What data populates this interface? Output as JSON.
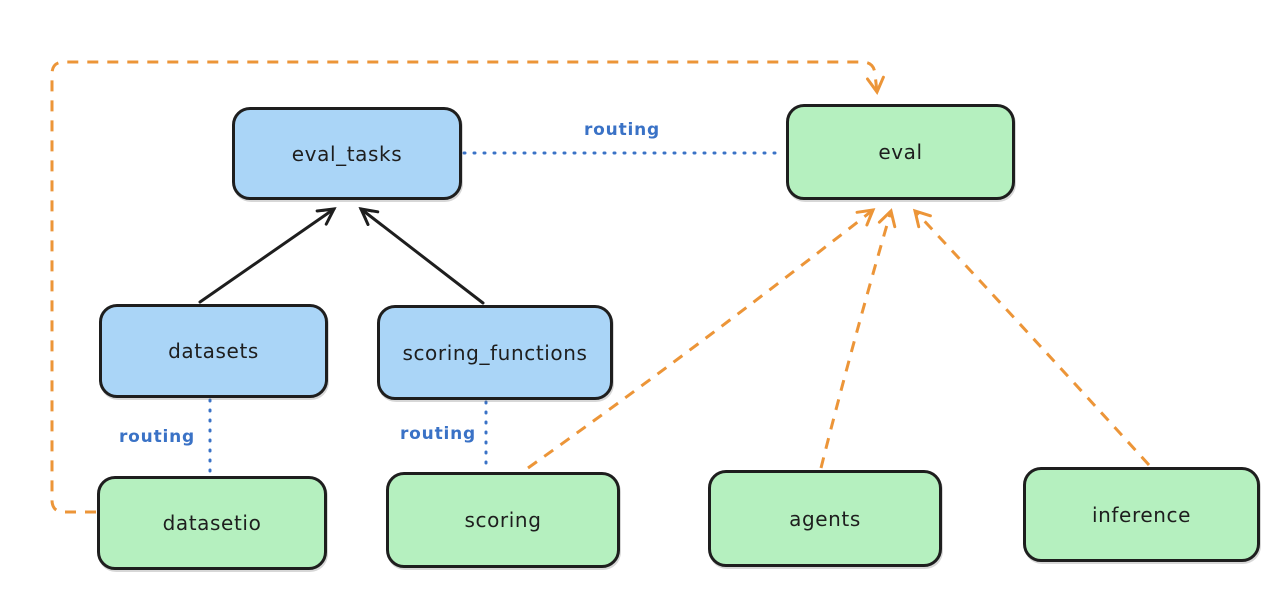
{
  "diagram": {
    "nodes": [
      {
        "id": "eval_tasks",
        "label": "eval_tasks",
        "fill": "blue"
      },
      {
        "id": "eval",
        "label": "eval",
        "fill": "green"
      },
      {
        "id": "datasets",
        "label": "datasets",
        "fill": "blue"
      },
      {
        "id": "scoring_functions",
        "label": "scoring_functions",
        "fill": "blue"
      },
      {
        "id": "datasetio",
        "label": "datasetio",
        "fill": "green"
      },
      {
        "id": "scoring",
        "label": "scoring",
        "fill": "green"
      },
      {
        "id": "agents",
        "label": "agents",
        "fill": "green"
      },
      {
        "id": "inference",
        "label": "inference",
        "fill": "green"
      }
    ],
    "edge_labels": {
      "eval_tasks_to_eval": "routing",
      "datasets_to_datasetio": "routing",
      "scoring_functions_to_scoring": "routing"
    },
    "edges": [
      {
        "from": "datasets",
        "to": "eval_tasks",
        "style": "solid-black-arrow"
      },
      {
        "from": "scoring_functions",
        "to": "eval_tasks",
        "style": "solid-black-arrow"
      },
      {
        "from": "eval_tasks",
        "to": "eval",
        "style": "dotted-blue",
        "label": "routing"
      },
      {
        "from": "datasets",
        "to": "datasetio",
        "style": "dotted-blue",
        "label": "routing"
      },
      {
        "from": "scoring_functions",
        "to": "scoring",
        "style": "dotted-blue",
        "label": "routing"
      },
      {
        "from": "datasetio",
        "to": "eval",
        "style": "dashed-orange-arrow"
      },
      {
        "from": "scoring",
        "to": "eval",
        "style": "dashed-orange-arrow"
      },
      {
        "from": "agents",
        "to": "eval",
        "style": "dashed-orange-arrow"
      },
      {
        "from": "inference",
        "to": "eval",
        "style": "dashed-orange-arrow"
      }
    ],
    "colors": {
      "node_blue_fill": "#aad5f7",
      "node_green_fill": "#b5f0bf",
      "node_stroke": "#1e1e1e",
      "routing_blue": "#3a72c6",
      "dependency_orange": "#ec9538",
      "canvas_bg": "#ffffff"
    }
  }
}
